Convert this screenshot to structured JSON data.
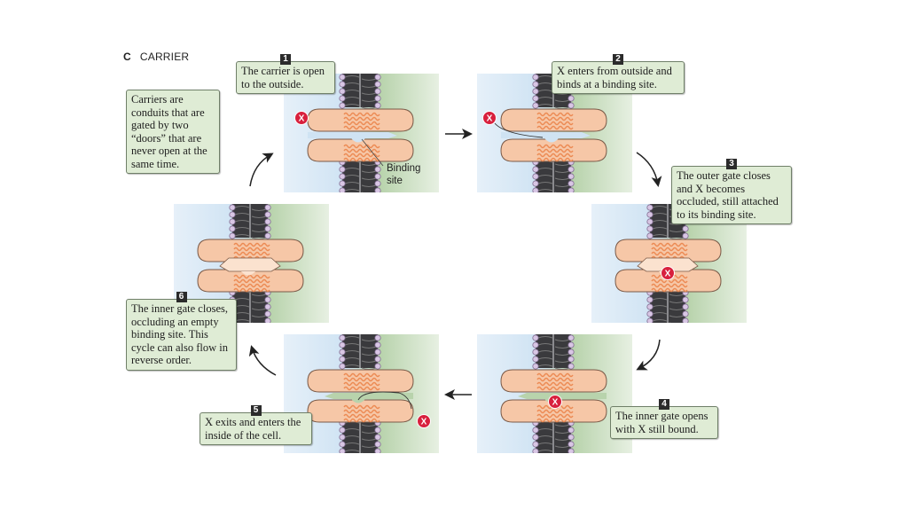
{
  "heading": {
    "letter": "C",
    "title": "CARRIER"
  },
  "intro_note": "Carriers are conduits that are gated by two “doors” that are never open at the same time.",
  "binding_site_label": "Binding site",
  "solute_symbol": "X",
  "colors": {
    "outside": "#cfe3f3",
    "inside": "#b8d3ac",
    "carrier": "#f6c7a7",
    "carrier_stripes": "#ec8a53",
    "solute": "#d8203d",
    "note_bg": "#dfecd5",
    "lipid_head": "#d8c6e4"
  },
  "steps": [
    {
      "number": "1",
      "text": "The carrier is open to the outside.",
      "state": "outer-open-empty"
    },
    {
      "number": "2",
      "text": "X enters from outside and binds at a binding site.",
      "state": "outer-open-bound"
    },
    {
      "number": "3",
      "text": "The outer gate closes and X becomes occluded, still attached to its binding site.",
      "state": "occluded-bound"
    },
    {
      "number": "4",
      "text": "The inner gate opens with X still bound.",
      "state": "inner-open-bound"
    },
    {
      "number": "5",
      "text": "X exits and enters the inside of the cell.",
      "state": "inner-open-release"
    },
    {
      "number": "6",
      "text": "The inner gate closes, occluding an empty binding site.  This cycle can also flow in reverse order.",
      "state": "occluded-empty"
    }
  ]
}
